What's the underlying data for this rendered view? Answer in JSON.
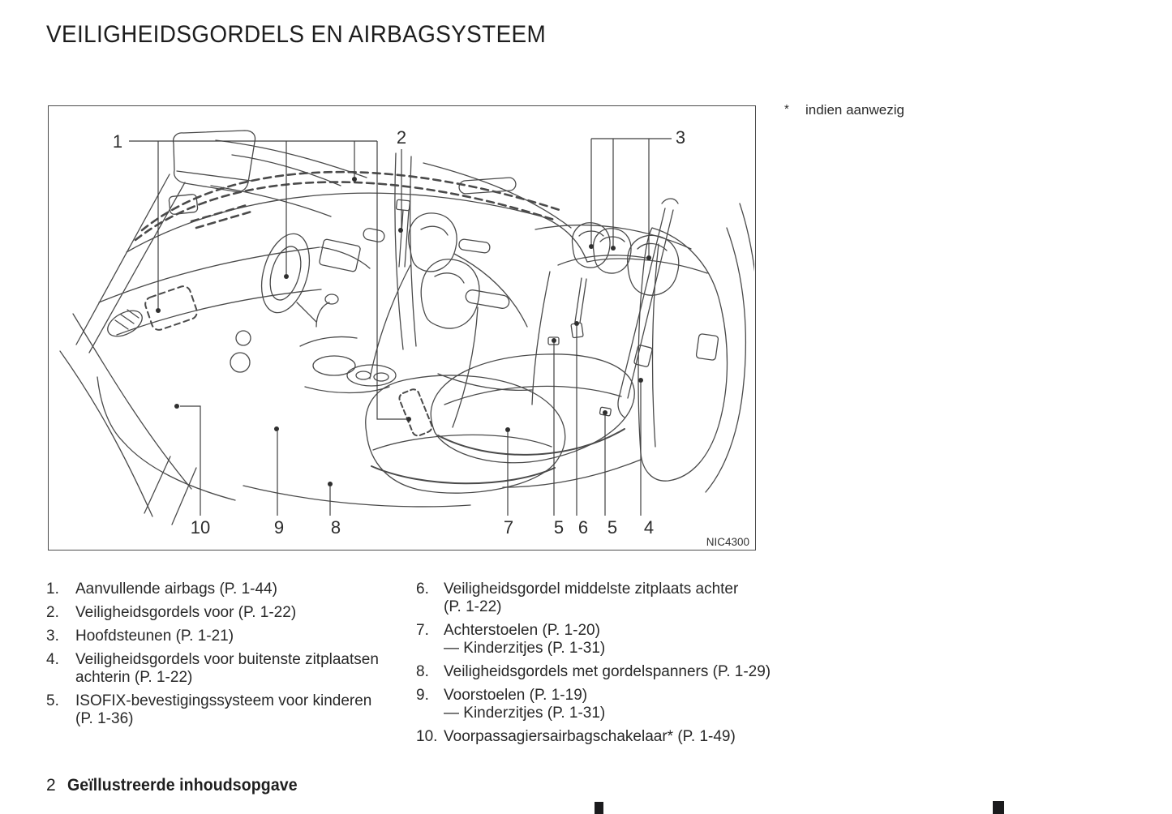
{
  "page": {
    "title": "VEILIGHEIDSGORDELS EN AIRBAGSYSTEEM",
    "note": {
      "symbol": "*",
      "text": "indien aanwezig"
    },
    "footer": {
      "page_number": "2",
      "section_title": "Geïllustreerde inhoudsopgave"
    }
  },
  "figure": {
    "code": "NIC4300",
    "description": "line-art cutaway of car interior showing seat belts and airbag locations",
    "callouts": {
      "top": [
        "1",
        "2",
        "3"
      ],
      "bottom": [
        "10",
        "9",
        "8",
        "7",
        "5",
        "6",
        "5",
        "4"
      ]
    }
  },
  "legend": {
    "left": [
      {
        "num": "1.",
        "lines": [
          "Aanvullende airbags (P. 1-44)"
        ]
      },
      {
        "num": "2.",
        "lines": [
          "Veiligheidsgordels voor (P. 1-22)"
        ]
      },
      {
        "num": "3.",
        "lines": [
          "Hoofdsteunen (P. 1-21)"
        ]
      },
      {
        "num": "4.",
        "lines": [
          "Veiligheidsgordels voor buitenste zitplaatsen",
          "achterin (P. 1-22)"
        ]
      },
      {
        "num": "5.",
        "lines": [
          "ISOFIX-bevestigingssysteem voor kinderen",
          "(P. 1-36)"
        ]
      }
    ],
    "right": [
      {
        "num": "6.",
        "lines": [
          "Veiligheidsgordel middelste zitplaats achter",
          "(P. 1-22)"
        ]
      },
      {
        "num": "7.",
        "lines": [
          "Achterstoelen (P. 1-20)",
          "— Kinderzitjes (P. 1-31)"
        ]
      },
      {
        "num": "8.",
        "lines": [
          "Veiligheidsgordels met gordelspanners (P. 1-29)"
        ]
      },
      {
        "num": "9.",
        "lines": [
          "Voorstoelen (P. 1-19)",
          "— Kinderzitjes (P. 1-31)"
        ]
      },
      {
        "num": "10.",
        "lines": [
          "Voorpassagiersairbagschakelaar* (P. 1-49)"
        ]
      }
    ]
  },
  "colors": {
    "line_art": "#4a4a4a",
    "leader": "#3f3f3f",
    "text": "#262626",
    "mark": "#1b1b1d"
  }
}
